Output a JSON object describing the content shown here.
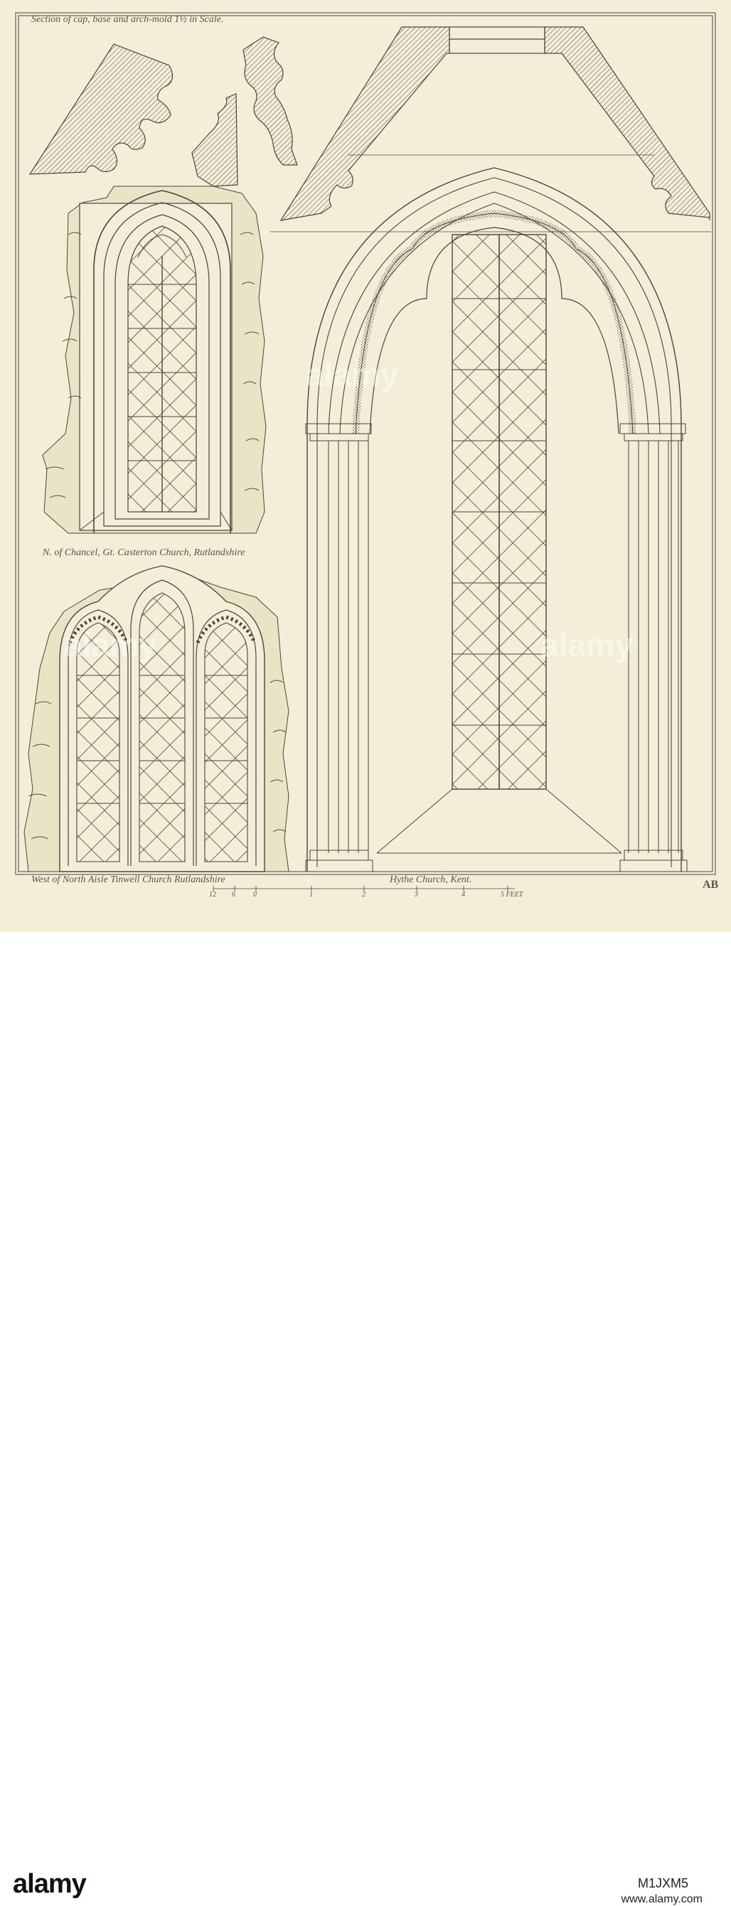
{
  "plate": {
    "top_caption": "Section of cap, base and arch-mold 1½ in Scale.",
    "caption_chancel": "N. of Chancel, Gt. Casterton Church, Rutlandshire",
    "caption_tinwell": "West of North Aisle Tinwell Church Rutlandshire",
    "caption_hythe": "Hythe Church, Kent.",
    "scale_labels": [
      "12",
      "6",
      "0",
      "1",
      "2",
      "3",
      "4",
      "5 FEET"
    ],
    "monogram": "AB"
  },
  "watermark": {
    "logo": "alamy",
    "image_id": "M1JXM5",
    "url": "www.alamy.com"
  },
  "colors": {
    "paper": "#f3eed7",
    "ink": "#4a463e"
  }
}
